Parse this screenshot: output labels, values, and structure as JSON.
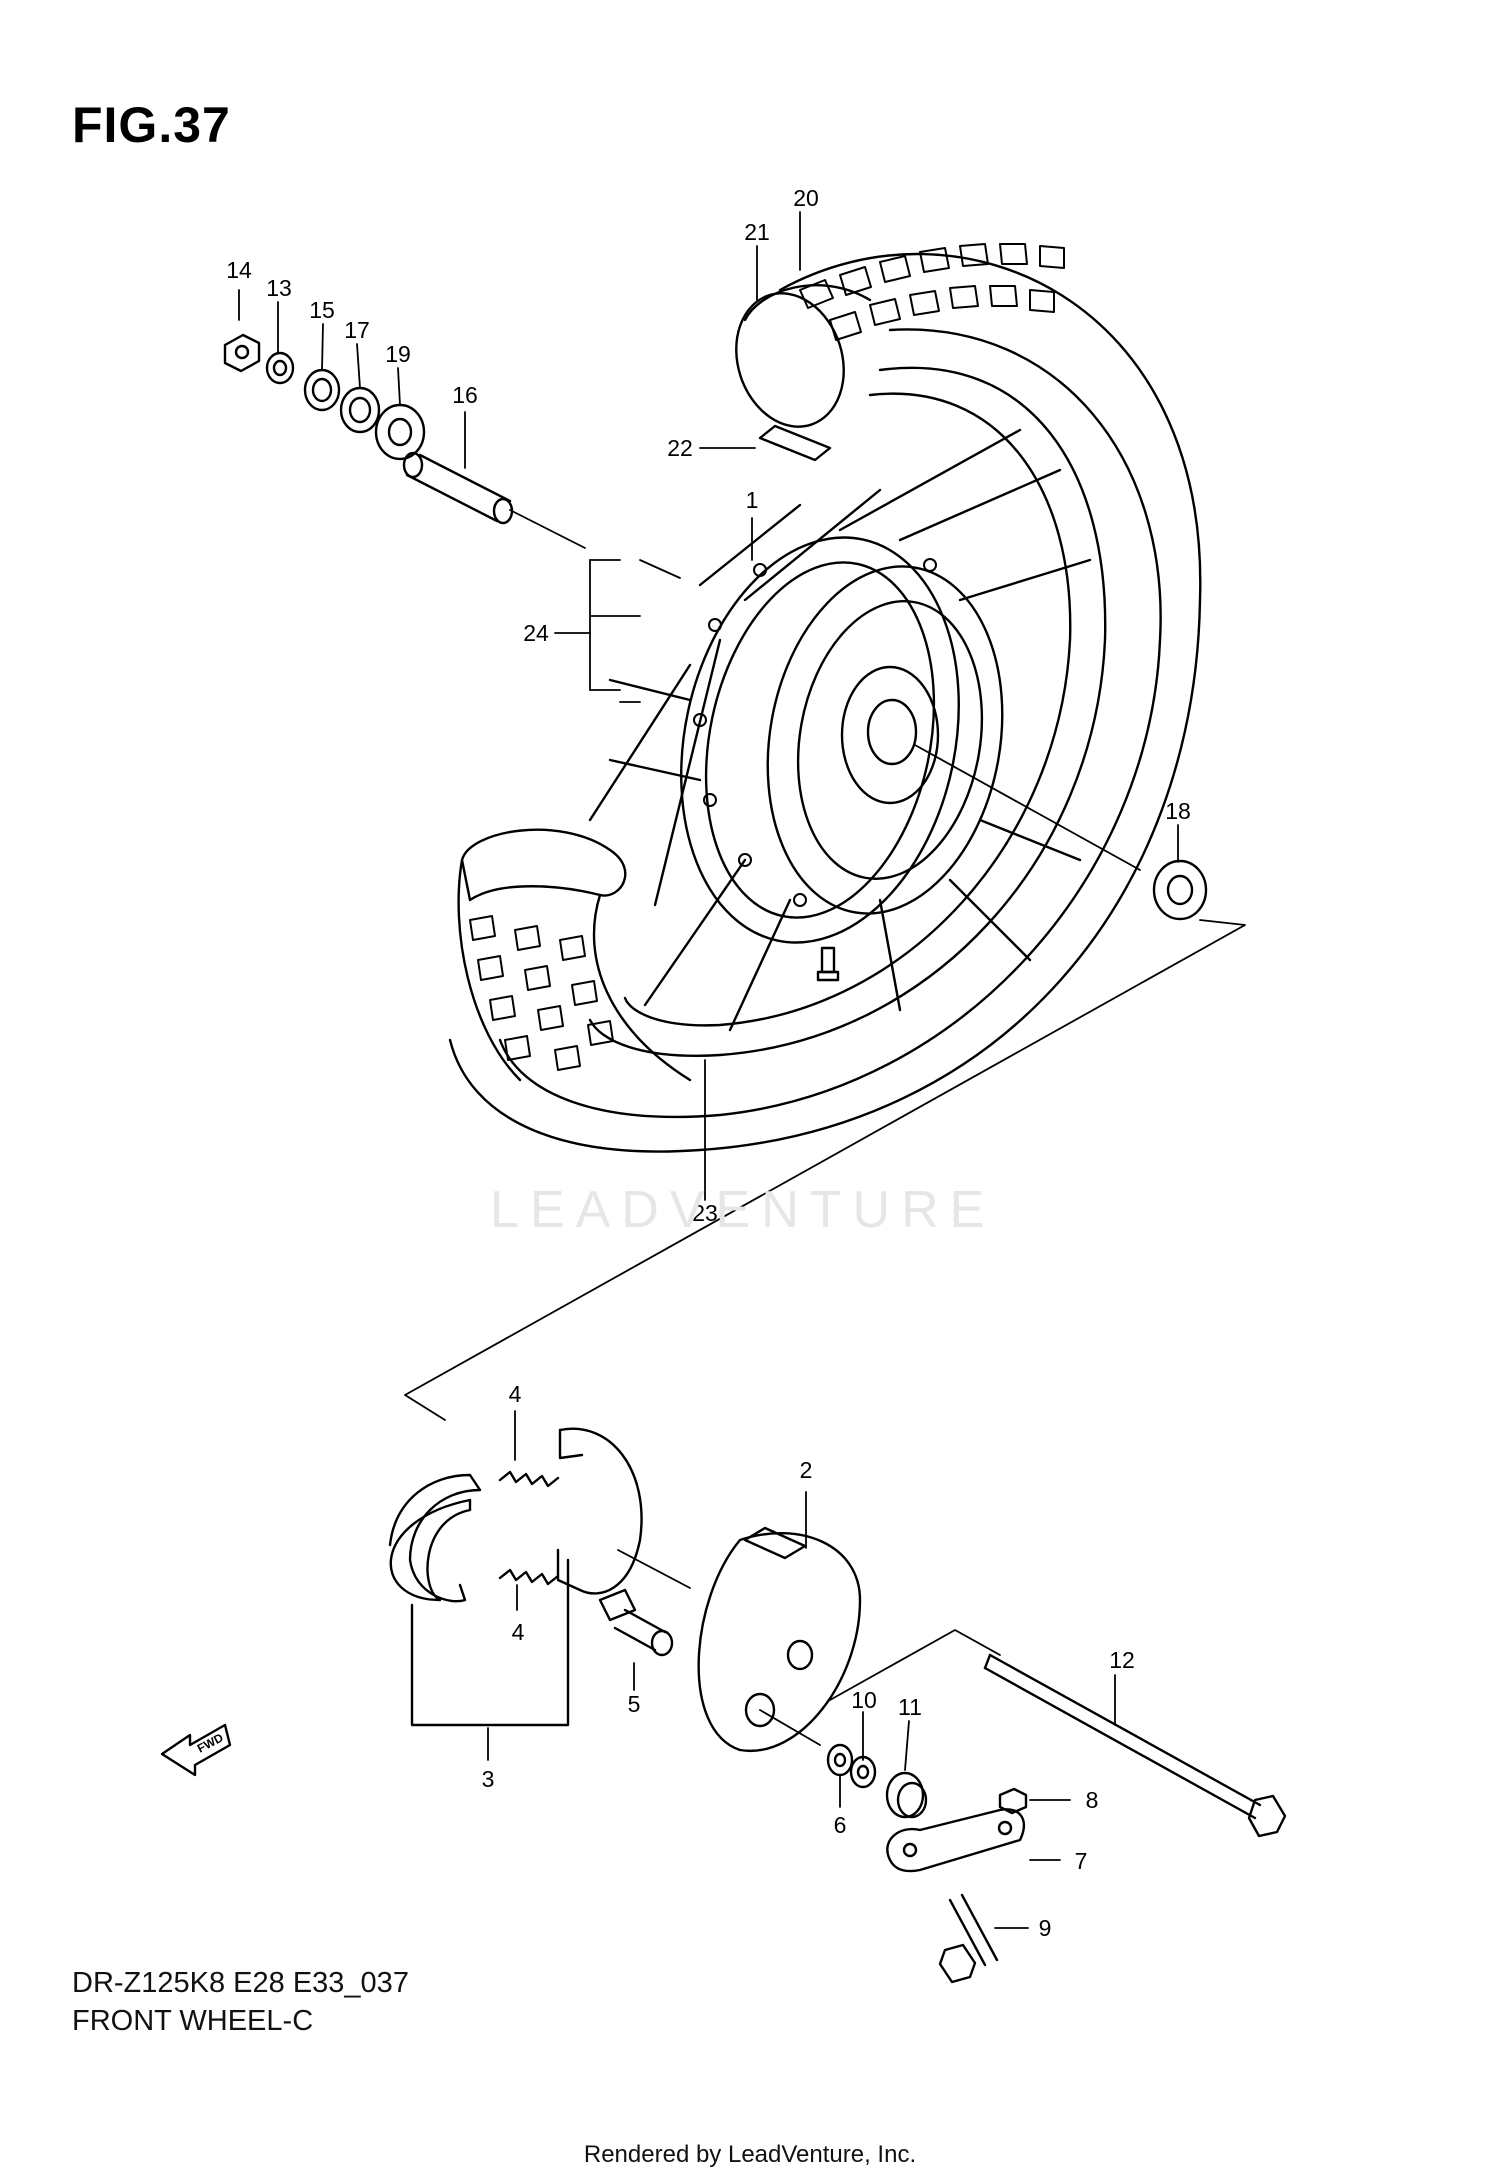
{
  "figure": {
    "title": "FIG.37",
    "model_code": "DR-Z125K8 E28 E33_037",
    "section_name": "FRONT WHEEL-C"
  },
  "watermark": "LEADVENTURE",
  "footer": "Rendered by LeadVenture, Inc.",
  "callouts": [
    "1",
    "2",
    "3",
    "4",
    "5",
    "6",
    "7",
    "8",
    "9",
    "10",
    "11",
    "12",
    "13",
    "14",
    "15",
    "16",
    "17",
    "18",
    "19",
    "20",
    "21",
    "22",
    "23",
    "24"
  ],
  "fwd_marker": "FWD"
}
